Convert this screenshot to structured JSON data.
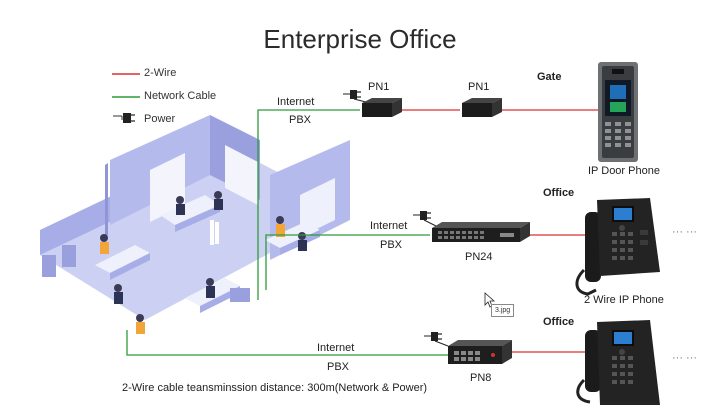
{
  "title": "Enterprise Office",
  "legend": {
    "two_wire": "2-Wire",
    "network_cable": "Network Cable",
    "power": "Power"
  },
  "colors": {
    "two_wire": "#d93030",
    "network_cable": "#2e9c3a",
    "office_floor": "#c9cdf0",
    "office_wall": "#a9aee6"
  },
  "links": {
    "row1": {
      "internet": "Internet",
      "pbx": "PBX"
    },
    "row2": {
      "internet": "Internet",
      "pbx": "PBX"
    },
    "row3": {
      "internet": "Internet",
      "pbx": "PBX"
    }
  },
  "devices": {
    "pn1_a": "PN1",
    "pn1_b": "PN1",
    "pn24": "PN24",
    "pn8": "PN8",
    "door_phone": "IP Door Phone",
    "ip_phone": "2 Wire IP Phone"
  },
  "zones": {
    "gate": "Gate",
    "office1": "Office",
    "office2": "Office"
  },
  "ellipsis": {
    "row2": "··· ···",
    "row3": "··· ···"
  },
  "tooltip": "3.jpg",
  "footer": "2-Wire cable teansminssion distance: 300m(Network & Power)"
}
